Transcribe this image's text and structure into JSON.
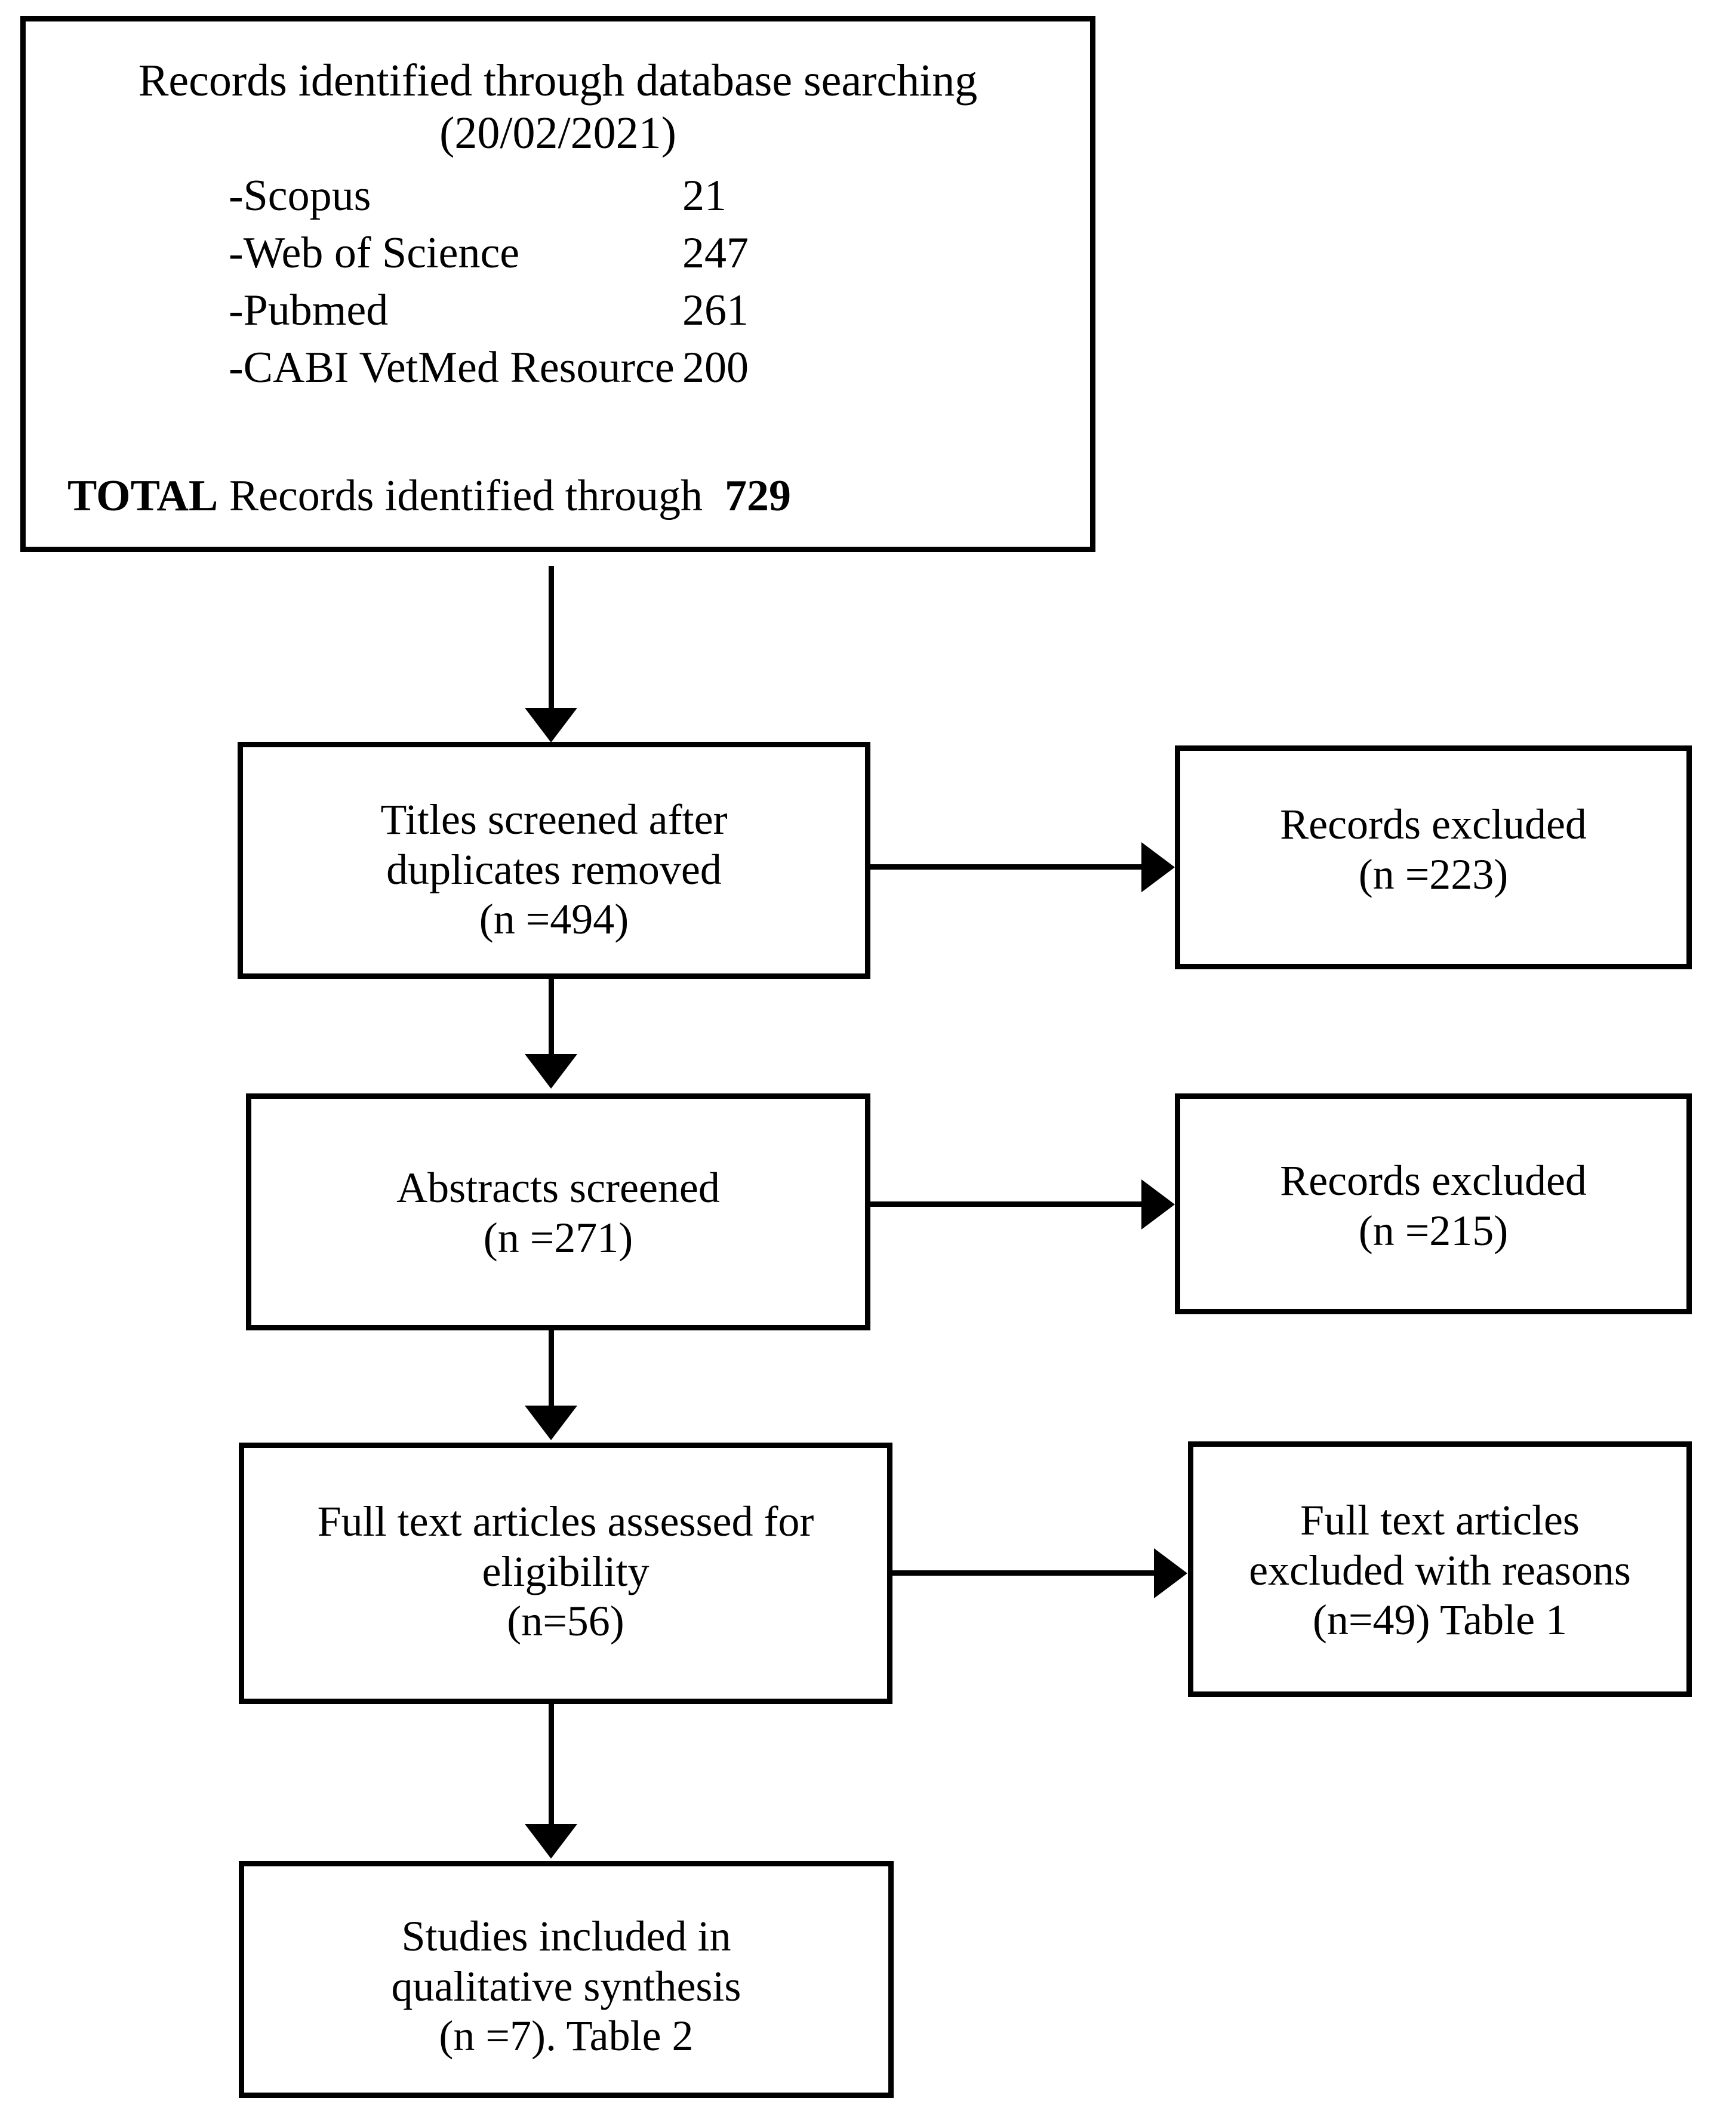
{
  "diagram": {
    "type": "prisma-flow-diagram",
    "identification": {
      "title_line1": "Records identified through database searching",
      "title_line2": "(20/02/2021)",
      "sources": [
        {
          "name": "-Scopus",
          "count": "21"
        },
        {
          "name": "-Web of Science",
          "count": "247"
        },
        {
          "name": "-Pubmed",
          "count": "261"
        },
        {
          "name": "-CABI VetMed Resource",
          "count": "200"
        }
      ],
      "total_label_bold": "TOTAL",
      "total_label_rest": " Records identified through  ",
      "total_count": "729"
    },
    "screening_titles": {
      "line1": "Titles screened after",
      "line2": "duplicates removed",
      "line3": "(n =494)"
    },
    "excluded_titles": {
      "line1": "Records excluded",
      "line2": "(n =223)"
    },
    "screening_abstracts": {
      "line1": "Abstracts screened",
      "line2": "(n =271)"
    },
    "excluded_abstracts": {
      "line1": "Records excluded",
      "line2": "(n =215)"
    },
    "eligibility_fulltext": {
      "line1": "Full text articles assessed for",
      "line2": "eligibility",
      "line3": "(n=56)"
    },
    "excluded_fulltext": {
      "line1": "Full text articles",
      "line2": "excluded with reasons",
      "line3": "(n=49) Table 1"
    },
    "included": {
      "line1": "Studies included in",
      "line2": "qualitative synthesis",
      "line3": "(n =7). Table 2"
    },
    "colors": {
      "stroke": "#000000",
      "background": "#ffffff",
      "text": "#000000"
    }
  }
}
